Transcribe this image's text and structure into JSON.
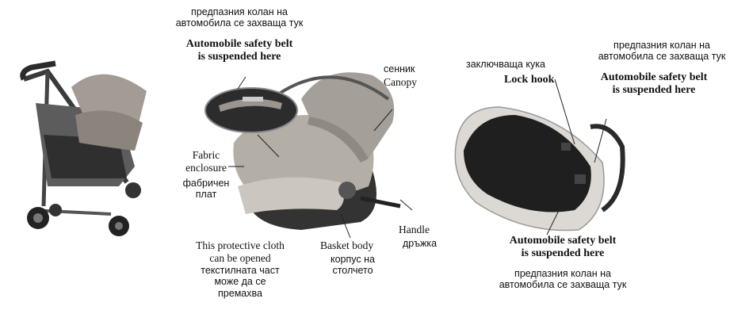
{
  "labels": {
    "belt_top_bg": [
      "предпазния колан на",
      "автомобила се захваща тук"
    ],
    "belt_top_en": [
      "Automobile safety belt",
      "is suspended here"
    ],
    "canopy_bg": "сенник",
    "canopy_en": "Canopy",
    "fabric_en": [
      "Fabric",
      "enclosure"
    ],
    "fabric_bg": [
      "фабричен",
      "плат"
    ],
    "cloth_en": [
      "This protective cloth",
      "can be opened"
    ],
    "cloth_bg": [
      "текстилната част",
      "може да се",
      "премахва"
    ],
    "basket_en": "Basket body",
    "basket_bg": [
      "корпус на",
      "столчето"
    ],
    "handle_en": "Handle",
    "handle_bg": "дръжка",
    "lock_bg": "заключваща кука",
    "lock_en": "Lock hook",
    "belt_right_bg": [
      "предпазния колан на",
      "автомобила се захваща тук"
    ],
    "belt_right_en": [
      "Automobile safety belt",
      "is suspended here"
    ],
    "belt_bottom_en": [
      "Automobile safety belt",
      "is suspended here"
    ],
    "belt_bottom_bg": [
      "предпазния колан на",
      "автомобила се захваща тук"
    ]
  },
  "images": {
    "stroller": "stroller-with-car-seat-photo",
    "carseat": "infant-car-seat-front-photo",
    "carseat_side": "infant-car-seat-side-photo"
  }
}
